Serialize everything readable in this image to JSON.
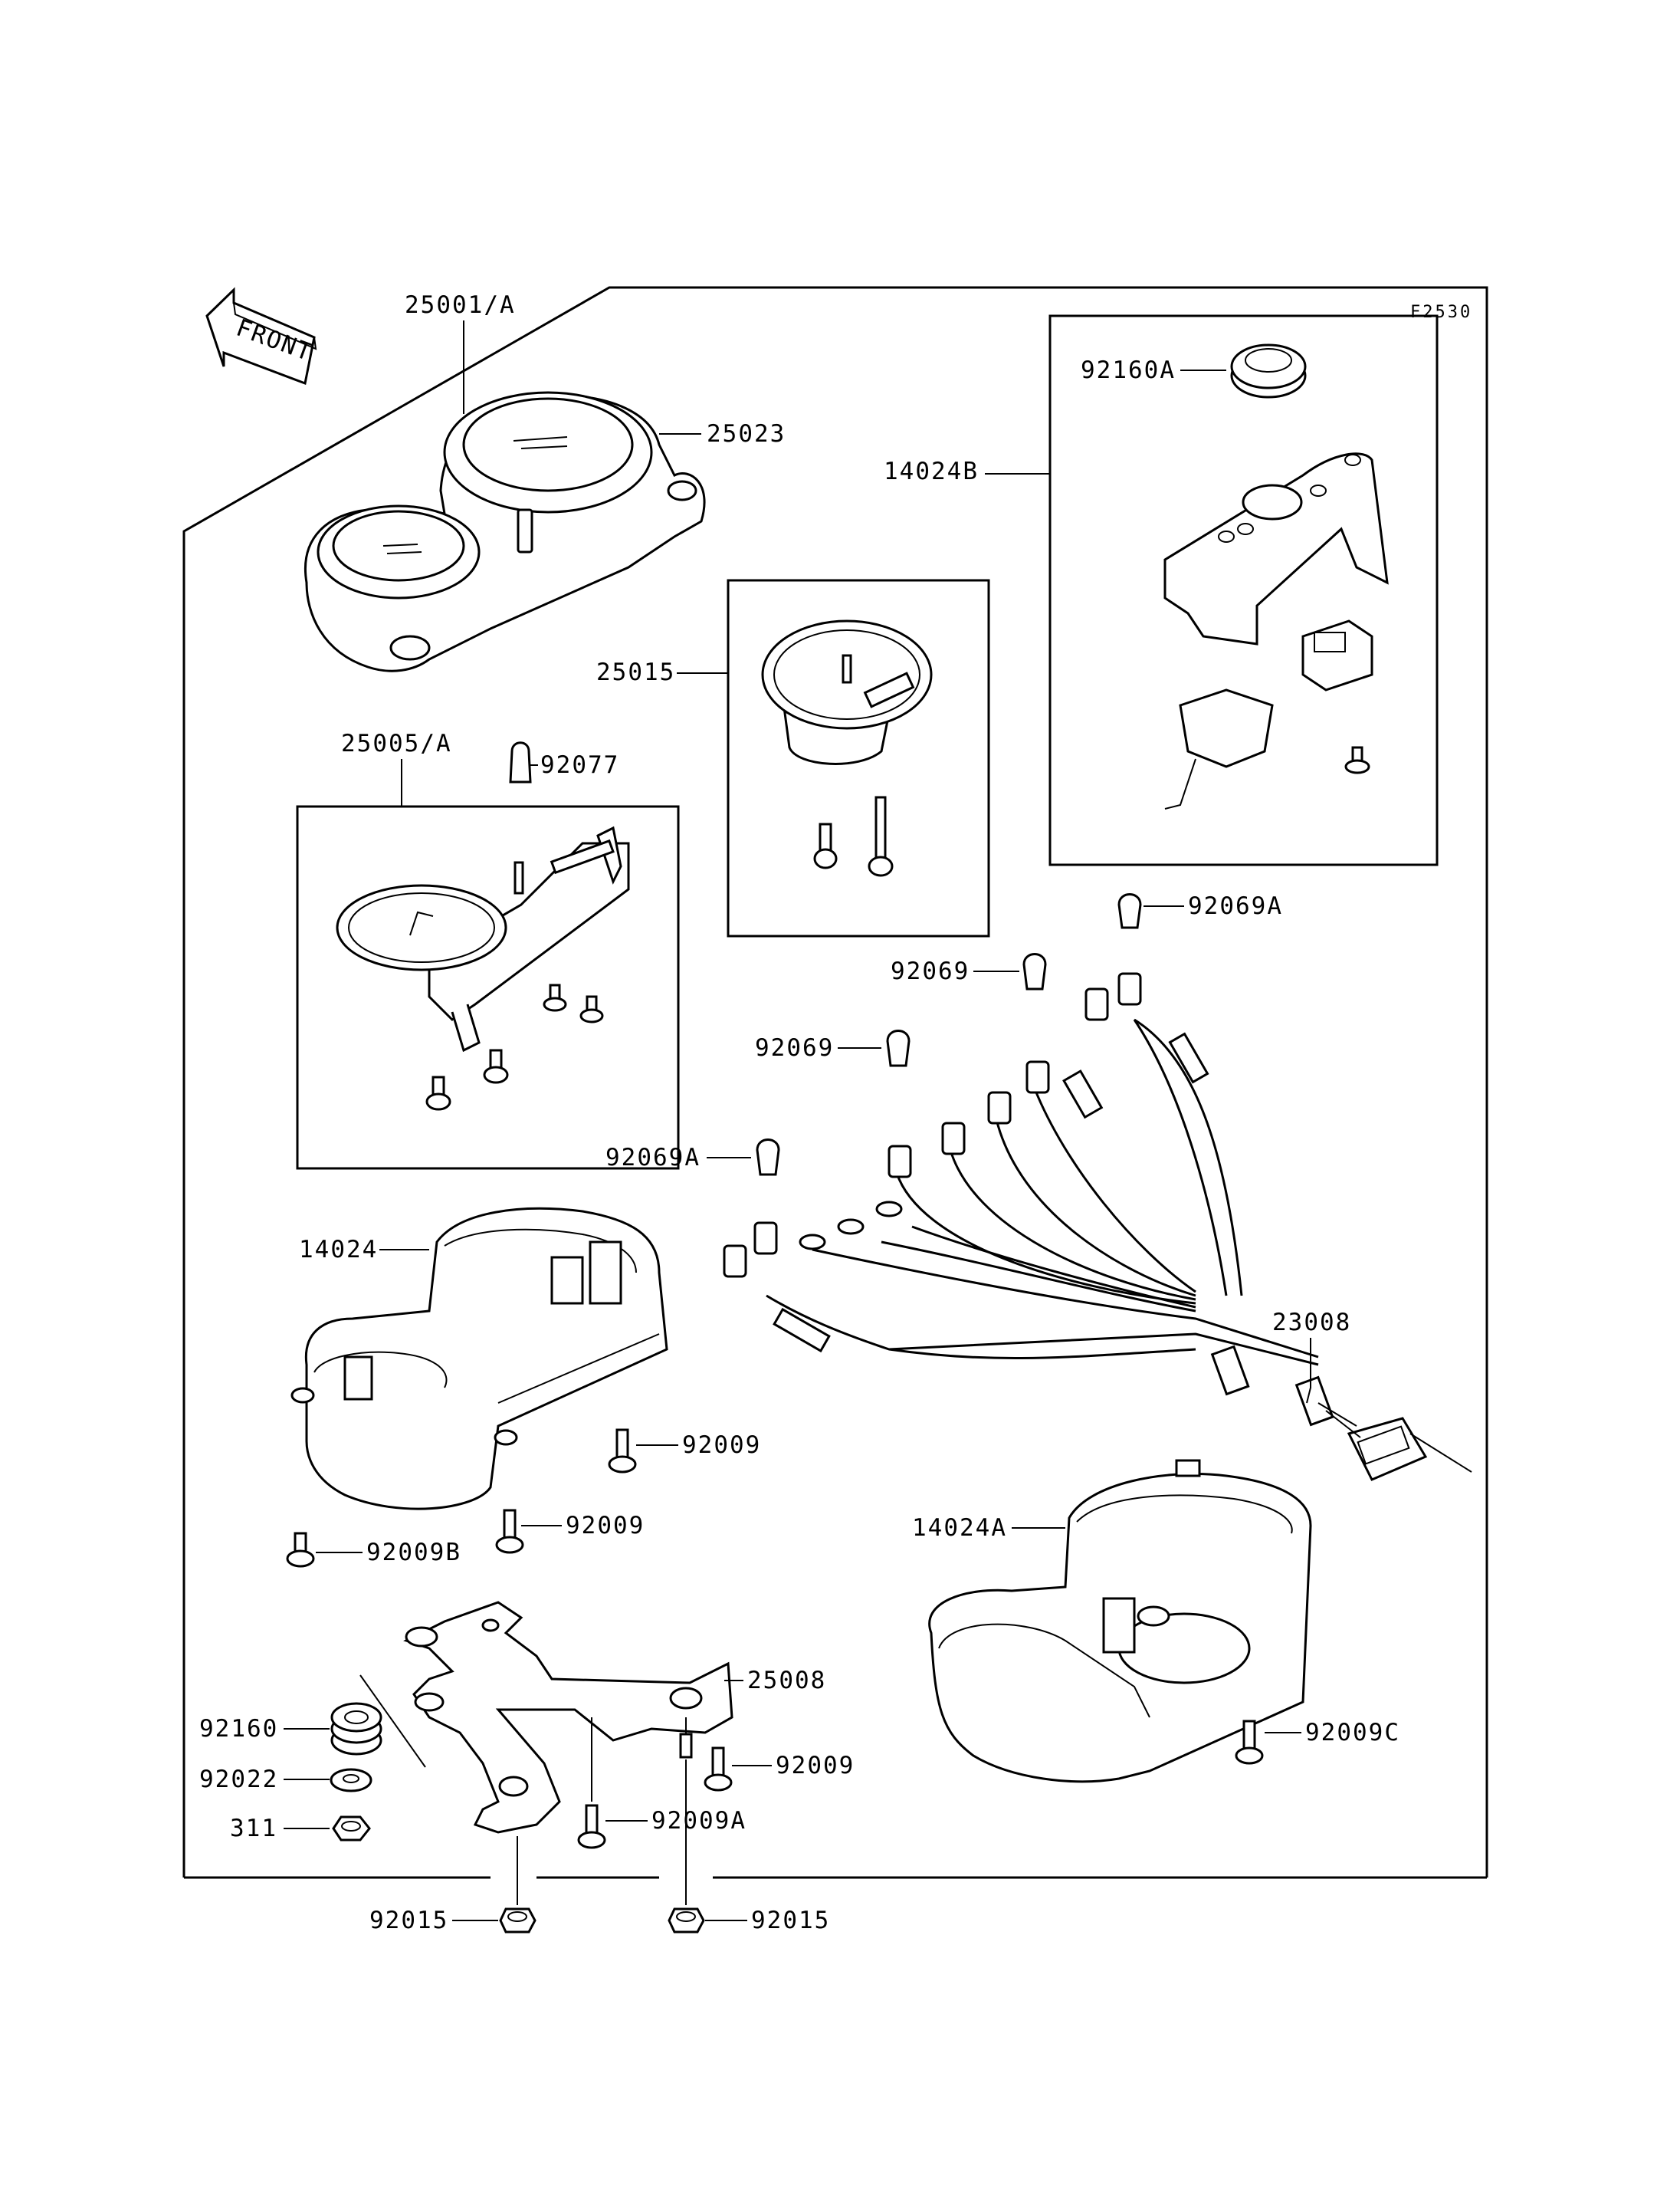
{
  "figure_code": "F2530",
  "front_label": "FRONT",
  "labels": {
    "l25001A": "25001/A",
    "l25023": "25023",
    "l92160A": "92160A",
    "l14024B": "14024B",
    "l25015": "25015",
    "l25005A": "25005/A",
    "l92077": "92077",
    "l92069A_top": "92069A",
    "l92069_a": "92069",
    "l92069_b": "92069",
    "l92069A_mid": "92069A",
    "l14024": "14024",
    "l23008": "23008",
    "l92009_a": "92009",
    "l92009_b": "92009",
    "l92009B": "92009B",
    "l14024A": "14024A",
    "l25008": "25008",
    "l92160": "92160",
    "l92009_c": "92009",
    "l92009C": "92009C",
    "l92022": "92022",
    "l92009A": "92009A",
    "l311": "311",
    "l92015_a": "92015",
    "l92015_b": "92015"
  }
}
